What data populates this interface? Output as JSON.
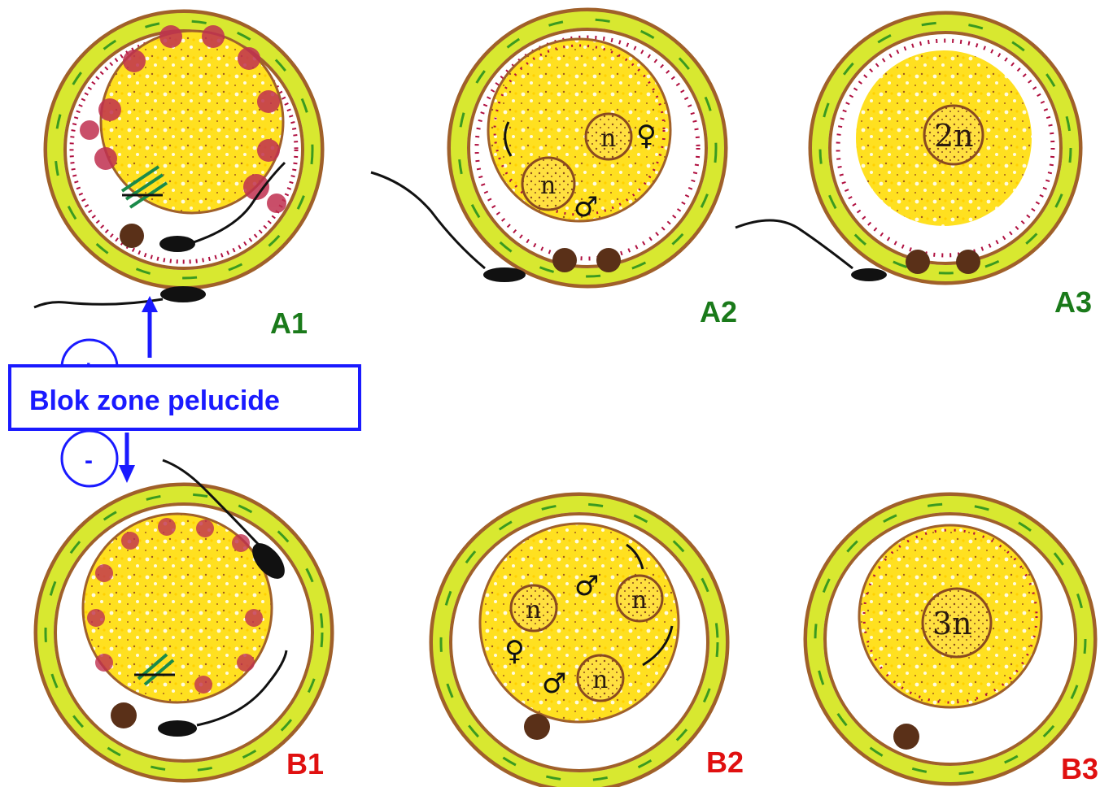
{
  "labels": {
    "a1": "A1",
    "a2": "A2",
    "a3": "A3",
    "b1": "B1",
    "b2": "B2",
    "b3": "B3"
  },
  "nuclei": {
    "a2_female": "n",
    "a2_male": "n",
    "a3": "2n",
    "b2_female": "n",
    "b2_male_1": "n",
    "b2_male_2": "n",
    "b3": "3n"
  },
  "symbols": {
    "female": "♀",
    "male": "♂"
  },
  "block": {
    "text": "Blok zone pelucide",
    "plus": "+",
    "minus": "-"
  },
  "colors": {
    "label_top": "#1a7a1a",
    "label_bottom": "#e01010",
    "annotation": "#1a1aff",
    "zona_outer": "#a0602a",
    "zona_fill": "#d8e830",
    "zona_green": "#3a9a20",
    "cytoplasm": "#ffe020",
    "cyto_white": "#ffffff",
    "granule": "#b01040",
    "nucleus_border": "#8a4a20",
    "polar_body": "#5a3018"
  }
}
